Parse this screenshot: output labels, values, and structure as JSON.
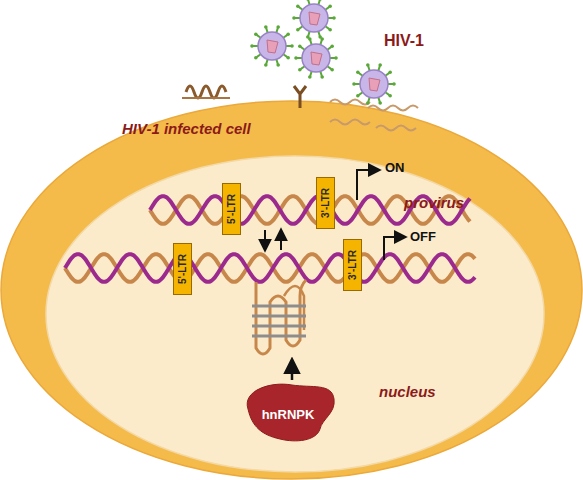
{
  "diagram": {
    "nodes": [
      {
        "text": [
          "HIV-1 infected cell"
        ]
      },
      {
        "text": [
          "nucleus"
        ],
        "in": 0
      },
      {
        "text": [
          "5'-LTR"
        ],
        "in": 1
      },
      {
        "text": [
          "3'-LTR"
        ],
        "in": 1
      },
      {
        "text": [
          "5'-LTR"
        ],
        "in": 1
      },
      {
        "text": [
          "3'-LTR"
        ],
        "in": 1
      },
      {
        "text": [
          "hnRNPK"
        ],
        "in": 1
      }
    ],
    "labels": [
      "HIV-1",
      "provirus",
      "ON",
      "OFF"
    ]
  }
}
